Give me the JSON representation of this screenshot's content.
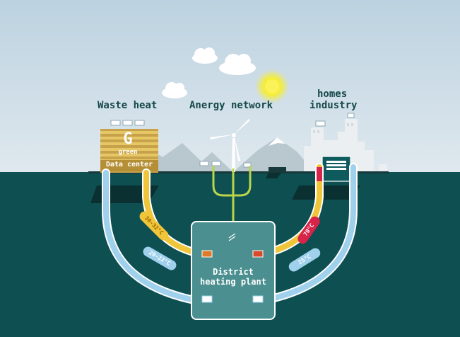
{
  "labels": {
    "waste_heat": "Waste heat",
    "anergy_network": "Anergy network",
    "homes": "homes",
    "industry": "industry",
    "plant_line1": "District",
    "plant_line2": "heating plant"
  },
  "data_center": {
    "logo_letter": "G",
    "brand": "green",
    "name": "Data center"
  },
  "temperatures": {
    "dc_supply": "30-32°C",
    "dc_return": "20-22°C",
    "home_supply": "70°C",
    "home_return": "25°C"
  },
  "colors": {
    "sky": "#c9dbe6",
    "water": "#0e4f52",
    "warm_pipe": "#f0c53a",
    "cold_pipe": "#9fd0ec",
    "hot_pipe": "#d8244a",
    "anergy": "#b9d54a",
    "plant": "#4b8f90"
  },
  "icons": [
    "cloud-icon",
    "sun-icon",
    "wind-turbine-icon",
    "solar-panel-icon",
    "heat-exchanger-icon"
  ]
}
